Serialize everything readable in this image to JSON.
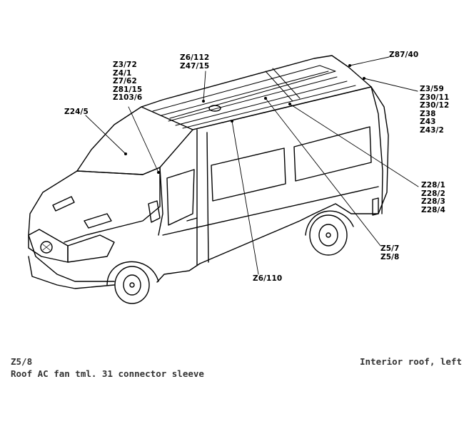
{
  "callouts": {
    "top_left_stack": [
      "Z3/72",
      "Z4/1",
      "Z7/62",
      "Z81/15",
      "Z103/6"
    ],
    "roof_center_stack": [
      "Z6/112",
      "Z47/15"
    ],
    "rear_top": "Z87/40",
    "right_upper_stack": [
      "Z3/59",
      "Z30/11",
      "Z30/12",
      "Z38",
      "Z43",
      "Z43/2"
    ],
    "windshield": "Z24/5",
    "right_middle_stack": [
      "Z28/1",
      "Z28/2",
      "Z28/3",
      "Z28/4"
    ],
    "right_lower_stack": [
      "Z5/7",
      "Z5/8"
    ],
    "bottom_center": "Z6/110"
  },
  "caption": {
    "component_id": "Z5/8",
    "component_description": "Roof AC fan tml. 31 connector sleeve",
    "location": "Interior roof, left"
  }
}
